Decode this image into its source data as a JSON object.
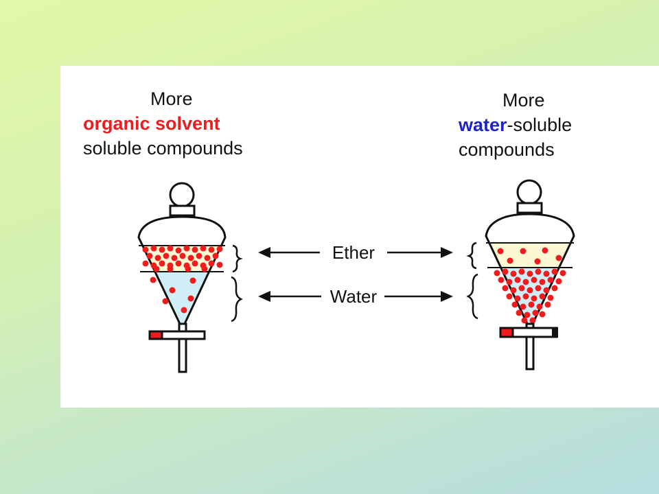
{
  "left_caption": {
    "line1": "More",
    "line2_highlight": "organic solvent",
    "line3": "soluble compounds"
  },
  "right_caption": {
    "line1": "More",
    "line2_highlight": "water",
    "line2_rest": "-soluble",
    "line3": "compounds"
  },
  "labels": {
    "top": "Ether",
    "bottom": "Water"
  },
  "colors": {
    "organic_highlight": "#ee1c1c",
    "water_highlight": "#1a24c8",
    "ether_layer": "#fdf8d4",
    "water_layer": "#cfeef7",
    "particle": "#ee1c1c"
  }
}
